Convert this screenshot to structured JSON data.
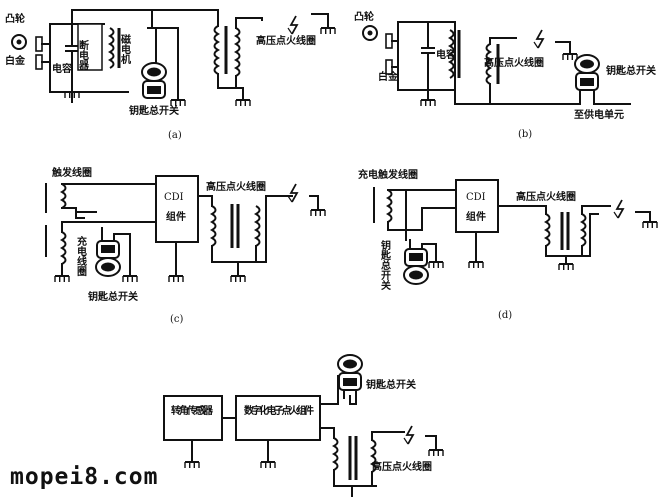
{
  "labels": {
    "cam": "凸轮",
    "points": "白金",
    "capacitor": "电容",
    "breaker": "断电器",
    "magneto_coil": "磁电机",
    "hv_coil": "高压点火线圈",
    "key_switch": "钥匙总开关",
    "to_power": "至供电单元",
    "trigger_coil": "触发线圈",
    "charge_coil": "充电线圈",
    "charge_trigger_coil": "充电触发线圈",
    "cdi": "CDI",
    "assembly": "组件",
    "angle_sensor": "转角传感器",
    "digital_module": "数字化电子点火组件"
  },
  "captions": {
    "a": "(a)",
    "b": "(b)",
    "c": "(c)",
    "d": "(d)"
  },
  "watermark": "mopei8.com"
}
